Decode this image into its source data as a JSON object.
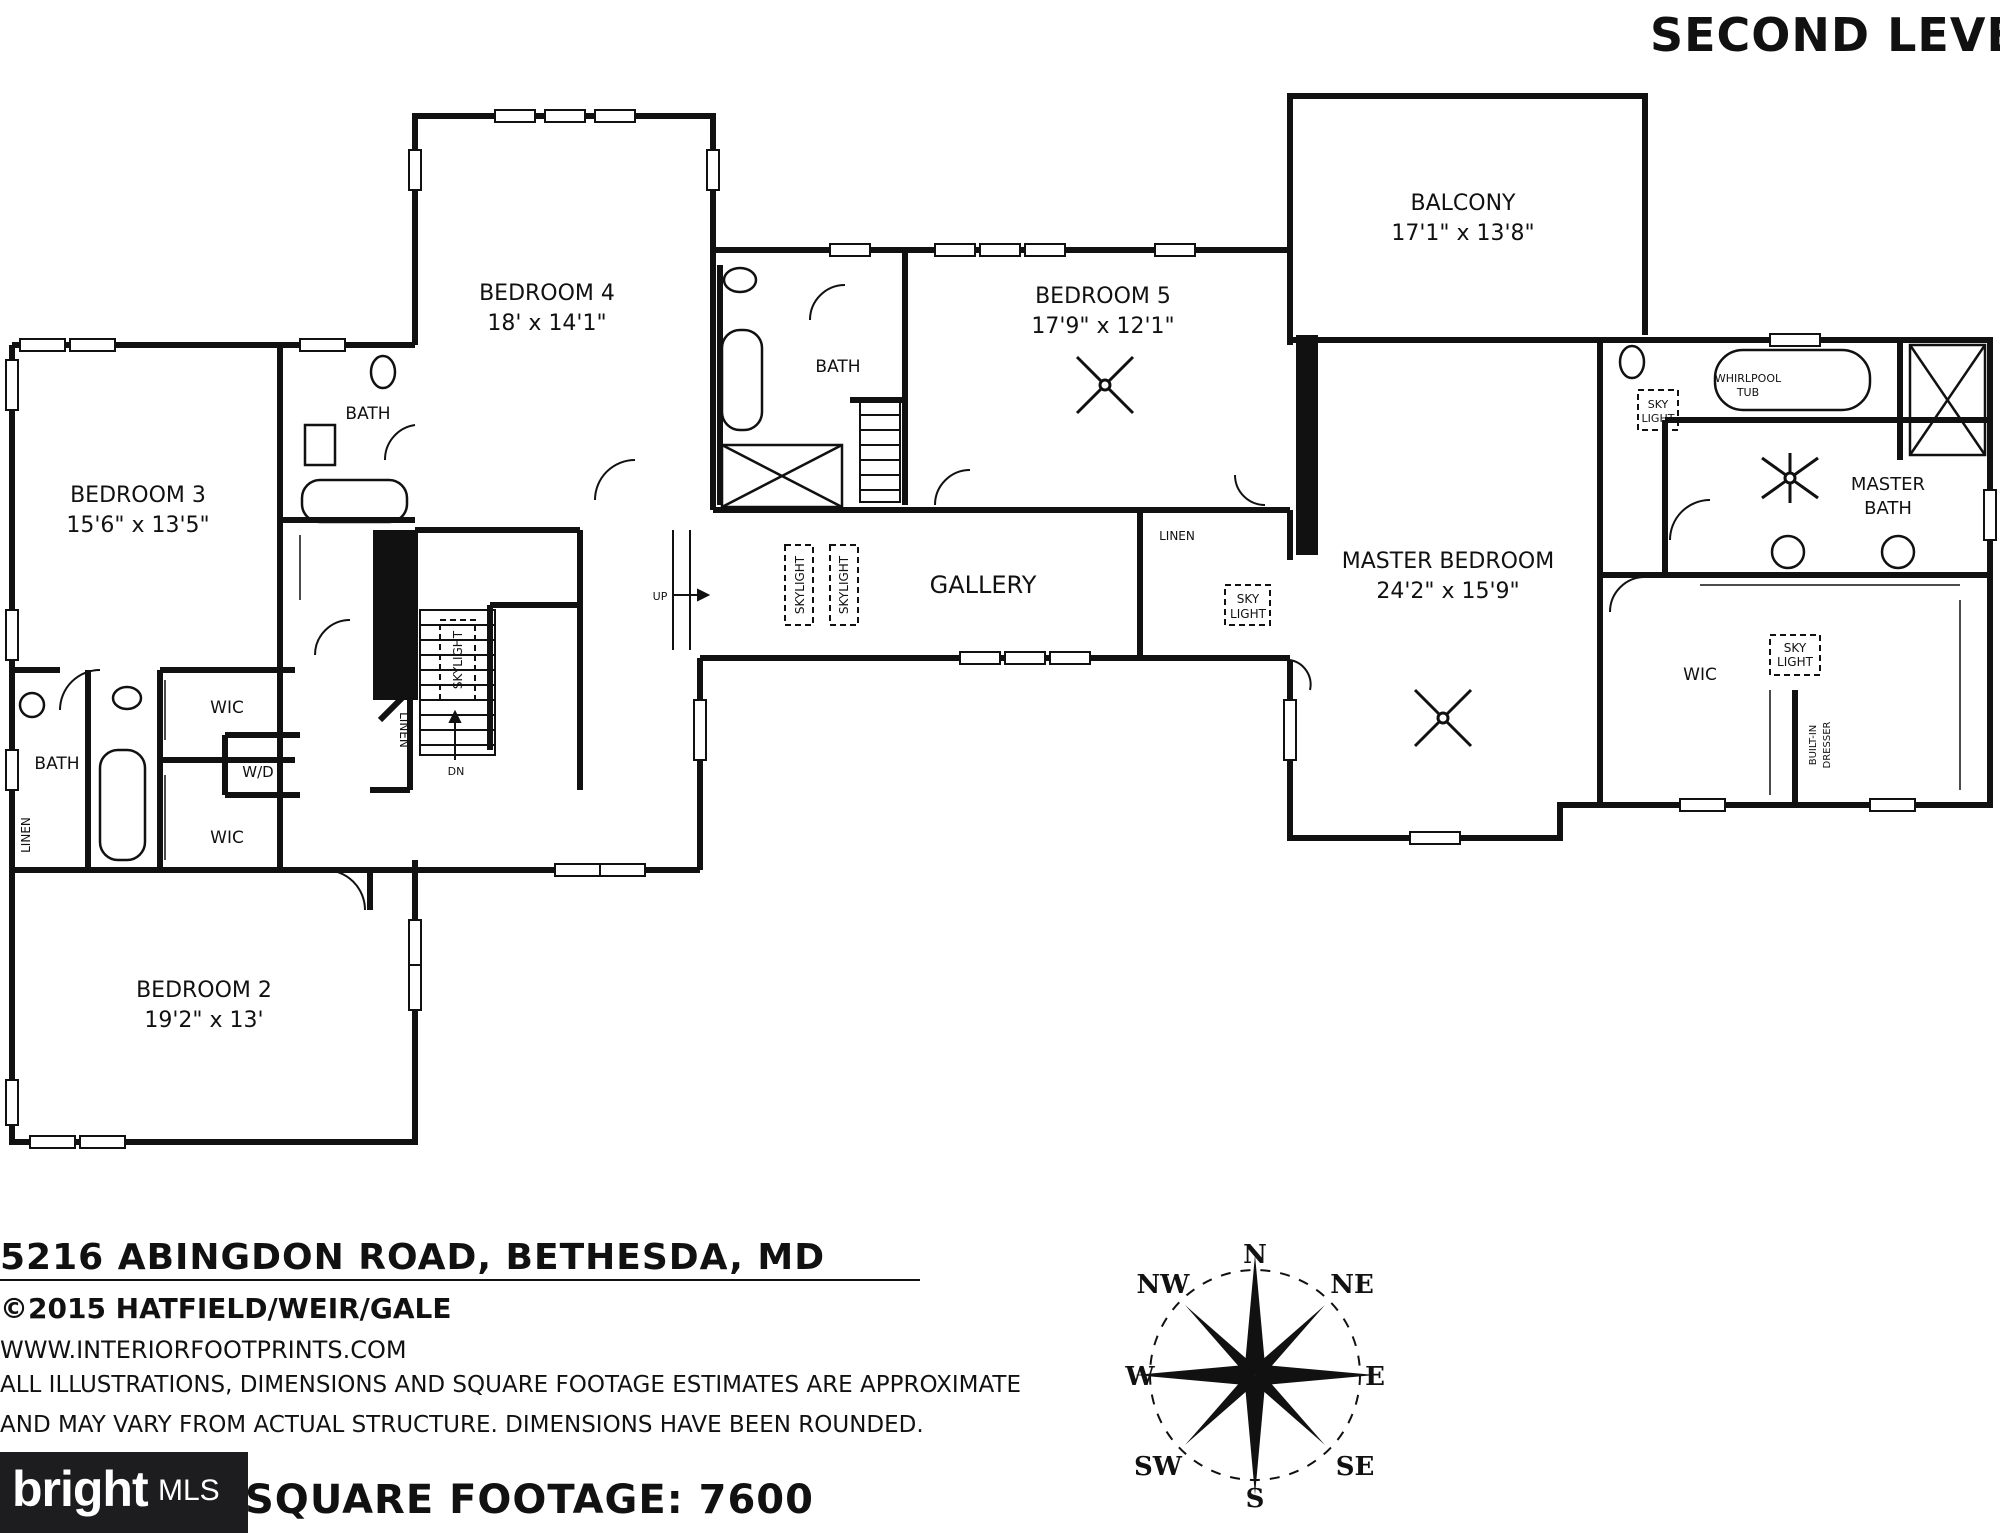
{
  "level_title": "SECOND LEVEL",
  "rooms": {
    "bedroom4": {
      "name": "BEDROOM 4",
      "dims": "18' x 14'1\""
    },
    "bedroom5": {
      "name": "BEDROOM 5",
      "dims": "17'9\" x 12'1\""
    },
    "balcony": {
      "name": "BALCONY",
      "dims": "17'1\" x 13'8\""
    },
    "bedroom3": {
      "name": "BEDROOM 3",
      "dims": "15'6\" x 13'5\""
    },
    "bedroom2": {
      "name": "BEDROOM 2",
      "dims": "19'2\" x 13'"
    },
    "master_bedroom": {
      "name": "MASTER BEDROOM",
      "dims": "24'2\" x 15'9\""
    },
    "gallery": {
      "name": "GALLERY"
    },
    "master_bath": {
      "name": "MASTER BATH",
      "line1": "MASTER",
      "line2": "BATH"
    }
  },
  "small_labels": {
    "bath": "BATH",
    "wic": "WIC",
    "wd": "W/D",
    "linen": "LINEN",
    "skylight": "SKYLIGHT",
    "sky": "SKY",
    "light": "LIGHT",
    "up": "UP",
    "dn": "DN",
    "whirlpool": "WHIRLPOOL",
    "tub": "TUB",
    "built_in": "BUILT-IN",
    "dresser": "DRESSER"
  },
  "address": "5216 ABINGDON ROAD, BETHESDA, MD",
  "copyright": "©2015 HATFIELD/WEIR/GALE",
  "website": "WWW.INTERIORFOOTPRINTS.COM",
  "disclaimer_line1": "ALL ILLUSTRATIONS, DIMENSIONS AND SQUARE FOOTAGE ESTIMATES ARE APPROXIMATE",
  "disclaimer_line2": "AND MAY VARY FROM ACTUAL STRUCTURE. DIMENSIONS HAVE BEEN ROUNDED.",
  "square_footage": "SQUARE FOOTAGE: 7600",
  "compass": {
    "n": "N",
    "ne": "NE",
    "e": "E",
    "se": "SE",
    "s": "S",
    "sw": "SW",
    "w": "W",
    "nw": "NW"
  },
  "watermark": {
    "brand": "bright",
    "suffix": "MLS"
  }
}
